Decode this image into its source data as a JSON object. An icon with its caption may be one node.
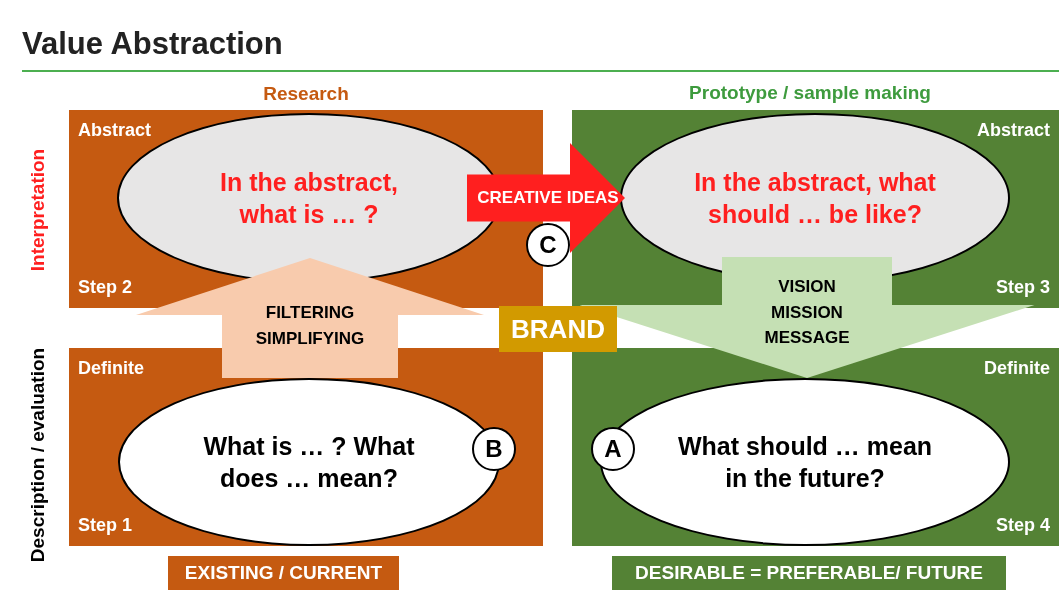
{
  "diagram": {
    "title": "Value Abstraction",
    "nodes": [
      {
        "text": [
          "Abstract",
          "Step 2"
        ]
      },
      {
        "text": [
          "In the abstract, what is … ?"
        ],
        "in": 0
      },
      {
        "text": [
          "Abstract",
          "Step 3"
        ]
      },
      {
        "text": [
          "In the abstract, what should … be like?"
        ],
        "in": 2
      },
      {
        "text": [
          "Definite",
          "Step 1"
        ]
      },
      {
        "text": [
          "What is … ? What does … mean?"
        ],
        "in": 4
      },
      {
        "text": [
          "Definite",
          "Step 4"
        ]
      },
      {
        "text": [
          "What should … mean in the future?"
        ],
        "in": 6
      },
      {
        "text": [
          "BRAND"
        ]
      },
      {
        "text": [
          "C"
        ]
      },
      {
        "text": [
          "B"
        ],
        "in": 4
      },
      {
        "text": [
          "A"
        ],
        "in": 6
      },
      {
        "text": [
          "EXISTING / CURRENT"
        ]
      },
      {
        "text": [
          "DESIRABLE = PREFERABLE/ FUTURE"
        ]
      }
    ],
    "edges": [
      {
        "from": 5,
        "to": 1,
        "arrow": "to",
        "label": "FILTERING SIMPLIFYING",
        "color": "#f8cbad"
      },
      {
        "from": 1,
        "to": 3,
        "arrow": "to",
        "label": "CREATIVE IDEAS",
        "color": "#ff1f1f"
      },
      {
        "from": 3,
        "to": 7,
        "arrow": "to",
        "label": "VISION MISSION MESSAGE",
        "color": "#c5e0b4"
      }
    ],
    "labels": [
      "Research",
      "Prototype / sample making",
      "Interpretation",
      "Description / evaluation"
    ]
  }
}
